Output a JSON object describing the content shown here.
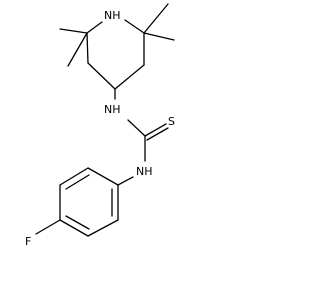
{
  "molecule": {
    "atoms": {
      "nh_ring": "NH",
      "nh_upper": "NH",
      "s": "S",
      "nh_lower": "NH",
      "f": "F"
    }
  },
  "colors": {
    "bond": "#000000",
    "label": "#000000",
    "background": "#ffffff"
  }
}
